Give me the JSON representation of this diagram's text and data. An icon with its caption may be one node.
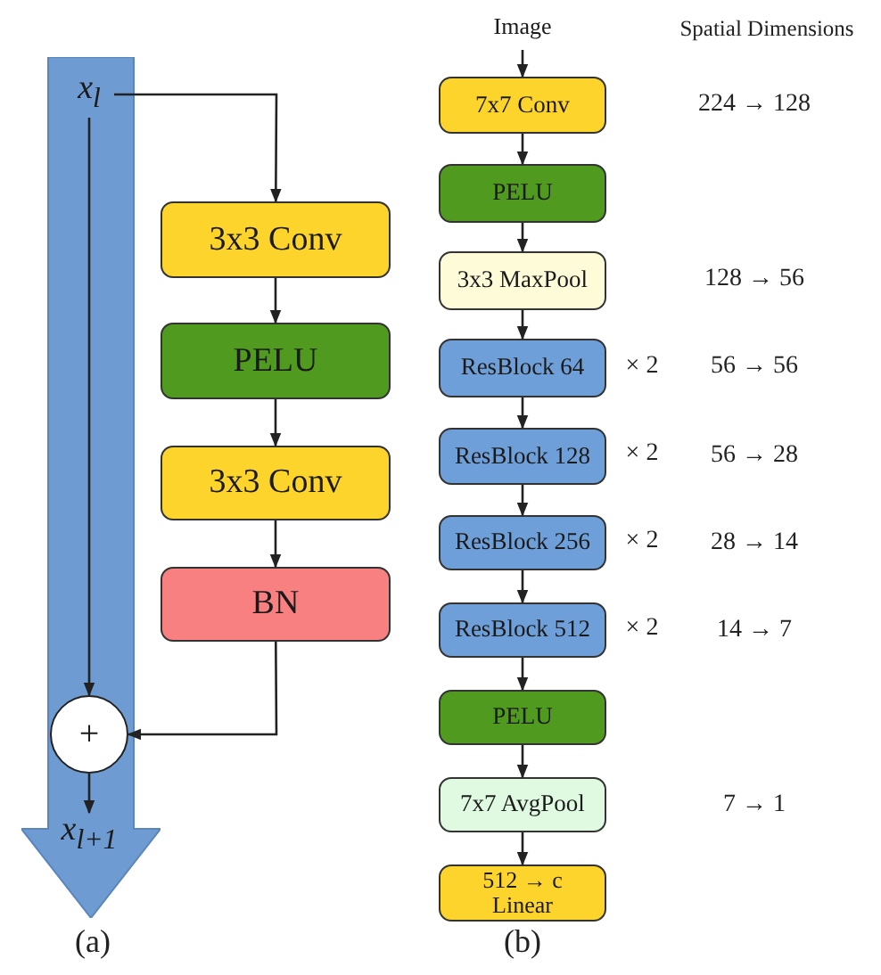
{
  "diagram": {
    "nodes": [
      {
        "text": [],
        "shape": "arrow"
      },
      {
        "text": [
          "x$_{l}$"
        ],
        "in": 0
      },
      {
        "text": [
          "3x3 Conv"
        ]
      },
      {
        "text": [
          "PELU"
        ]
      },
      {
        "text": [
          "3x3 Conv"
        ]
      },
      {
        "text": [
          "BN"
        ]
      },
      {
        "text": [
          "+"
        ],
        "in": 0
      },
      {
        "text": [
          "x$_{l+1}$"
        ],
        "in": 0
      },
      {
        "text": [
          "Image"
        ]
      },
      {
        "text": [
          "7x7 Conv"
        ]
      },
      {
        "text": [
          "PELU"
        ]
      },
      {
        "text": [
          "3x3 MaxPool"
        ]
      },
      {
        "text": [
          "ResBlock 64"
        ],
        "beside": [
          "× 2"
        ]
      },
      {
        "text": [
          "ResBlock 128"
        ],
        "beside": [
          "× 2"
        ]
      },
      {
        "text": [
          "ResBlock 256"
        ],
        "beside": [
          "× 2"
        ]
      },
      {
        "text": [
          "ResBlock 512"
        ],
        "beside": [
          "× 2"
        ]
      },
      {
        "text": [
          "PELU"
        ]
      },
      {
        "text": [
          "7x7 AvgPool"
        ]
      },
      {
        "text": [
          "512 → c",
          "Linear"
        ]
      }
    ],
    "edges": [
      {
        "from": 1,
        "to": 2,
        "arrow": "to"
      },
      {
        "from": 2,
        "to": 3,
        "arrow": "to"
      },
      {
        "from": 3,
        "to": 4,
        "arrow": "to"
      },
      {
        "from": 4,
        "to": 5,
        "arrow": "to"
      },
      {
        "from": 5,
        "to": 6,
        "arrow": "to"
      },
      {
        "from": 1,
        "to": 6,
        "arrow": "to"
      },
      {
        "from": 6,
        "to": 7,
        "arrow": "to"
      },
      {
        "from": 8,
        "to": 9,
        "arrow": "to"
      },
      {
        "from": 9,
        "to": 10,
        "arrow": "to"
      },
      {
        "from": 10,
        "to": 11,
        "arrow": "to"
      },
      {
        "from": 11,
        "to": 12,
        "arrow": "to"
      },
      {
        "from": 12,
        "to": 13,
        "arrow": "to"
      },
      {
        "from": 13,
        "to": 14,
        "arrow": "to"
      },
      {
        "from": 14,
        "to": 15,
        "arrow": "to"
      },
      {
        "from": 15,
        "to": 16,
        "arrow": "to"
      },
      {
        "from": 16,
        "to": 17,
        "arrow": "to"
      },
      {
        "from": 17,
        "to": 18,
        "arrow": "to"
      }
    ],
    "labels": [
      "Spatial Dimensions",
      "224 → 128",
      "128 → 56",
      "56 → 56",
      "56 → 28",
      "28 → 14",
      "14 → 7",
      "7 → 1",
      "(a)",
      "(b)"
    ]
  }
}
